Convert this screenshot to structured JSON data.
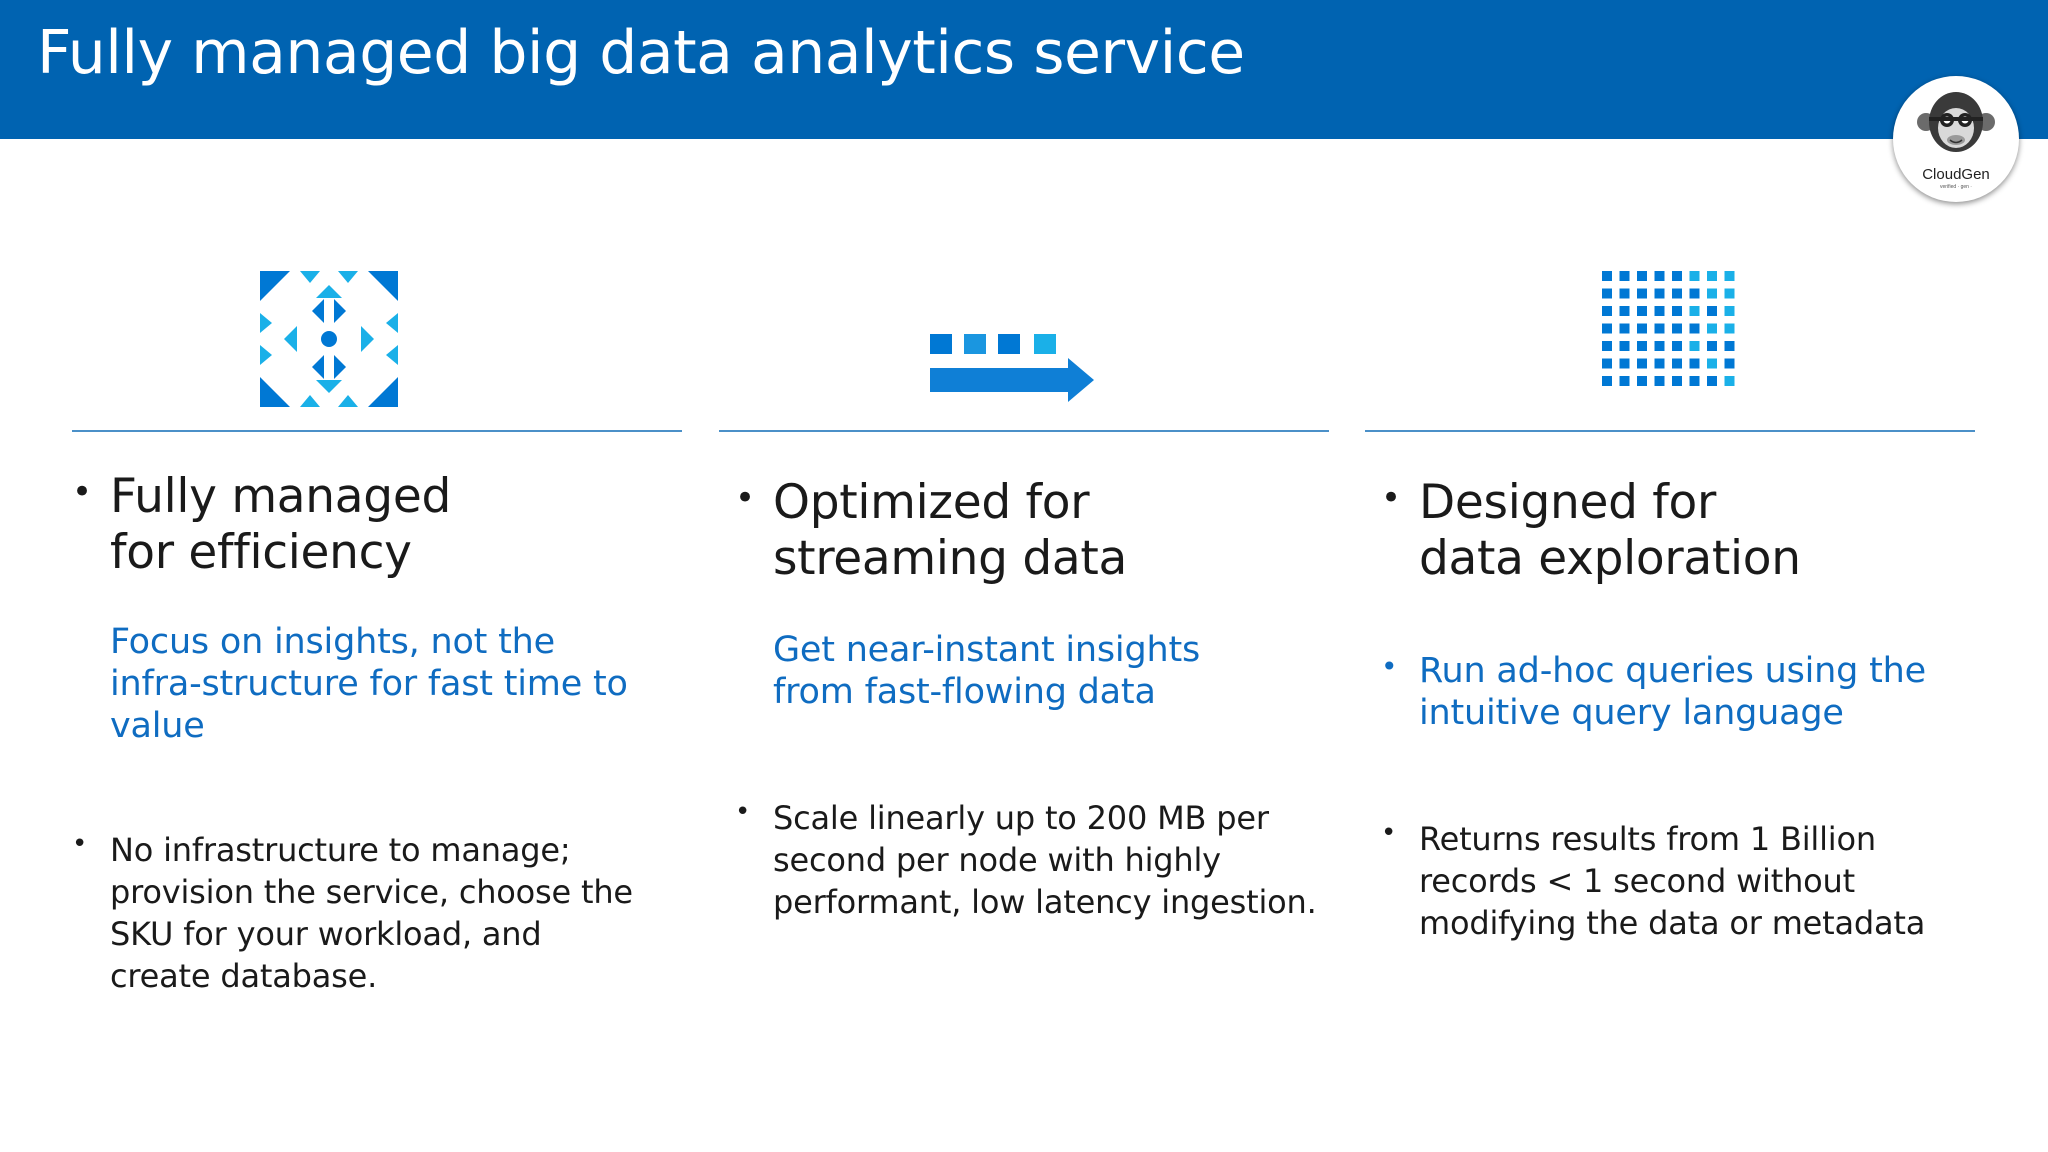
{
  "slide": {
    "title": "Fully managed big data analytics service",
    "logo_text": "CloudGen",
    "logo_tagline": "verified · gen ·"
  },
  "columns": [
    {
      "icon": "diamond-pattern-icon",
      "heading_line1": "Fully managed",
      "heading_line2": "for efficiency",
      "sub_lines": [
        "Focus on insights, not the",
        "infra-structure for fast time to",
        "value"
      ],
      "body_lines": [
        "No infrastructure to manage;",
        "provision the service, choose the",
        "SKU for your workload,  and",
        "create database."
      ]
    },
    {
      "icon": "streaming-arrow-icon",
      "heading_line1": "Optimized for",
      "heading_line2": "streaming data",
      "sub_lines": [
        "Get near-instant insights",
        "from fast-flowing data"
      ],
      "body_lines": [
        "Scale linearly up to 200 MB per",
        "second per node with highly",
        "performant, low latency ingestion."
      ]
    },
    {
      "icon": "dot-grid-icon",
      "heading_line1": "Designed for",
      "heading_line2": "data exploration",
      "sub_lines": [
        "Run ad-hoc queries using the",
        "intuitive query language"
      ],
      "body_lines": [
        "Returns results from 1 Billion",
        "records < 1 second without",
        "modifying the data or metadata"
      ]
    }
  ],
  "colors": {
    "header": "#0063b1",
    "accent_blue": "#0f6cc1",
    "icon_dark": "#0078d4",
    "icon_light": "#1ab0e8"
  }
}
